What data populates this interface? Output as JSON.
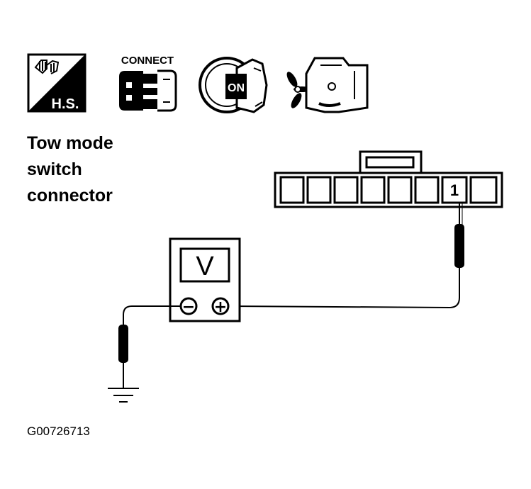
{
  "icons": {
    "hs_label": "H.S.",
    "connect_label": "CONNECT",
    "ignition_label": "ON"
  },
  "caption": {
    "line1": "Tow mode",
    "line2": "switch",
    "line3": "connector"
  },
  "connector": {
    "terminal_label": "1"
  },
  "meter": {
    "display_label": "V",
    "negative_symbol": "−",
    "positive_symbol": "+"
  },
  "figure_id": "G00726713",
  "colors": {
    "ink": "#000000",
    "paper": "#ffffff"
  }
}
